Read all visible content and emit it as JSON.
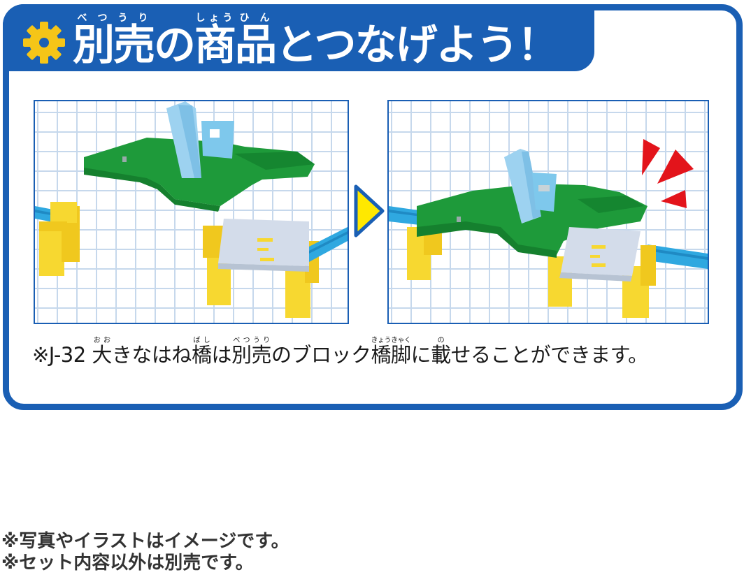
{
  "header": {
    "title_segments": [
      {
        "text": "別",
        "ruby": "べつ"
      },
      {
        "text": "売",
        "ruby": "うり"
      },
      {
        "text": "の",
        "ruby": ""
      },
      {
        "text": "商",
        "ruby": "しょう"
      },
      {
        "text": "品",
        "ruby": "ひん"
      },
      {
        "text": "とつなげよう！",
        "ruby": ""
      }
    ],
    "icon": "gear-icon",
    "colors": {
      "banner": "#1a5fb4",
      "gear": "#f5c518",
      "text": "#ffffff"
    }
  },
  "panels": {
    "before": {
      "label": "before-connection",
      "description": "J-32 big bascule bridge separate from yellow block bridge piers and blue track"
    },
    "after": {
      "label": "after-connection",
      "description": "bridge mounted on block bridge piers connected to track",
      "burst_icon": "red-burst-icon"
    },
    "arrow_icon": "play-arrow-icon",
    "colors": {
      "grid_line": "#c6d8ec",
      "border": "#1a5fb4",
      "arrow_fill": "#ffe800",
      "burst": "#e3141b",
      "green": "#1e9a3a",
      "tower": "#9dd2f0",
      "track": "#2fa8e0",
      "pier": "#f7d830",
      "plate": "#d3dcea"
    }
  },
  "caption": {
    "segments": [
      {
        "text": "※J-32 ",
        "ruby": ""
      },
      {
        "text": "大",
        "ruby": "おお"
      },
      {
        "text": "きなはね",
        "ruby": ""
      },
      {
        "text": "橋",
        "ruby": "ばし"
      },
      {
        "text": "は",
        "ruby": ""
      },
      {
        "text": "別",
        "ruby": "べつ"
      },
      {
        "text": "売",
        "ruby": "うり"
      },
      {
        "text": "のブロック",
        "ruby": ""
      },
      {
        "text": "橋",
        "ruby": "きょう"
      },
      {
        "text": "脚",
        "ruby": "きゃく"
      },
      {
        "text": "に",
        "ruby": ""
      },
      {
        "text": "載",
        "ruby": "の"
      },
      {
        "text": "せることができます。",
        "ruby": ""
      }
    ]
  },
  "notes": [
    "※写真やイラストはイメージです。",
    "※セット内容以外は別売です。"
  ]
}
